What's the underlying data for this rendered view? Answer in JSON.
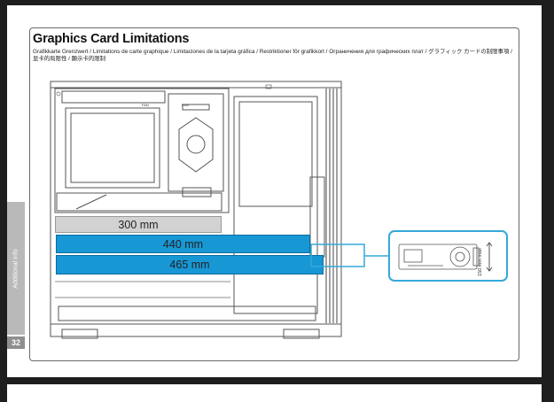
{
  "document": {
    "title": "Graphics Card Limitations",
    "subtitle": "Grafikkarte Grenzwert / Limitations de carte graphique / Limitaciones de la tarjeta gráfica / Restriktioner för grafikkort / Ограничения для графических плат / グラフィック カードの制限事項 / 显卡的局限性 / 顯示卡的限制",
    "side_tab": "Additional Info",
    "page_number": "32",
    "top_mark": "•"
  },
  "diagram": {
    "bars": [
      {
        "label": "300 mm",
        "color": "#d2d2d2"
      },
      {
        "label": "440 mm",
        "color": "#1897d5"
      },
      {
        "label": "465 mm",
        "color": "#1897d5"
      }
    ],
    "fan_labels": [
      "FAN",
      "FAN"
    ],
    "height_label": "150 mm max",
    "callout_color": "#35a9d9"
  }
}
